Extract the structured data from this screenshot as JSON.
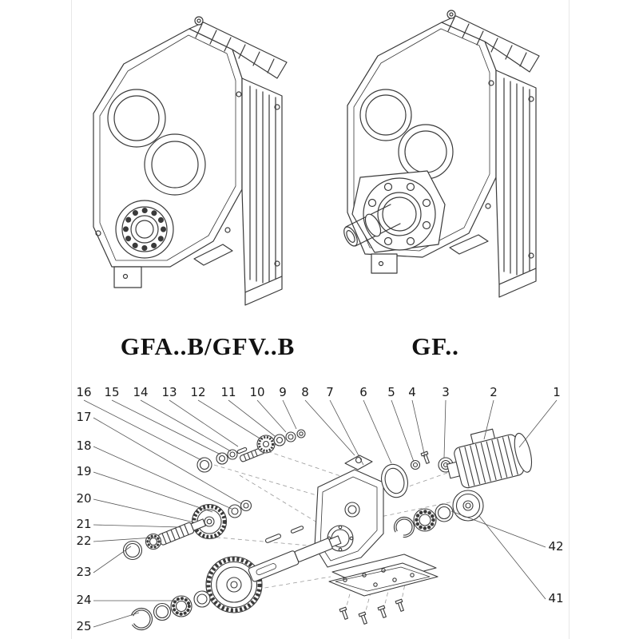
{
  "page": {
    "left_model_label": "GFA..B/GFV..B",
    "right_model_label": "GF.."
  },
  "exploded": {
    "top_numbers": [
      "16",
      "15",
      "14",
      "13",
      "12",
      "11",
      "10",
      "9",
      "8",
      "7",
      "6",
      "5",
      "4",
      "3",
      "2",
      "1"
    ],
    "left_numbers": [
      "17",
      "18",
      "19",
      "20",
      "21",
      "22",
      "23",
      "24",
      "25"
    ],
    "right_numbers": [
      "42",
      "41"
    ]
  }
}
